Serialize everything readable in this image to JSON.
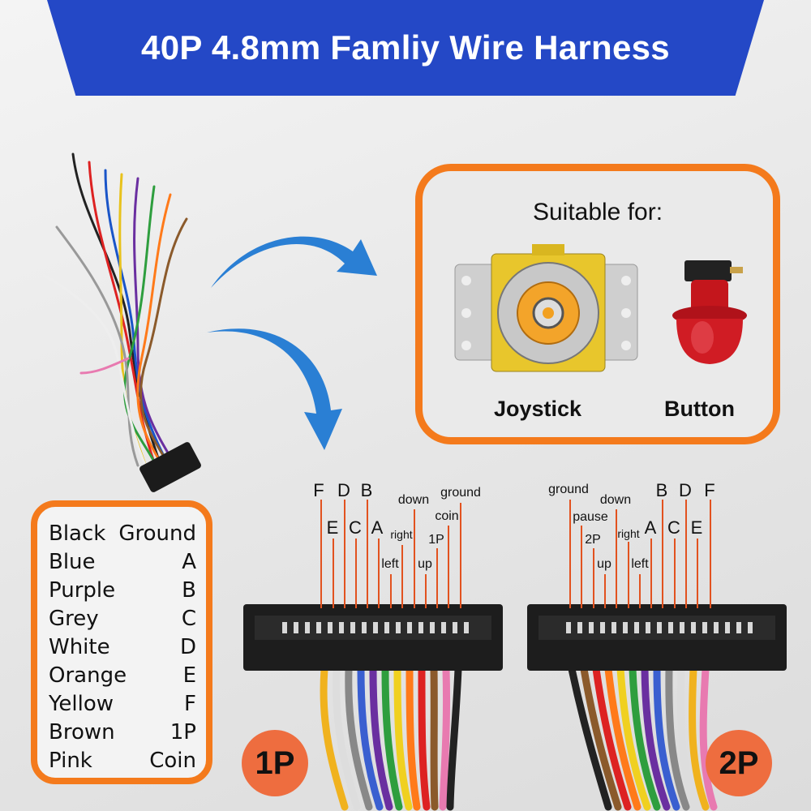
{
  "banner": {
    "title": "40P 4.8mm Famliy Wire Harness"
  },
  "suitable": {
    "title": "Suitable for:",
    "items": [
      {
        "label": "Joystick",
        "icon": "joystick-icon"
      },
      {
        "label": "Button",
        "icon": "arcade-button-icon"
      }
    ]
  },
  "legend": {
    "rows": [
      {
        "color": "Black",
        "signal": "Ground"
      },
      {
        "color": "Blue",
        "signal": "A"
      },
      {
        "color": "Purple",
        "signal": "B"
      },
      {
        "color": "Grey",
        "signal": "C"
      },
      {
        "color": "White",
        "signal": "D"
      },
      {
        "color": "Orange",
        "signal": "E"
      },
      {
        "color": "Yellow",
        "signal": "F"
      },
      {
        "color": "Brown",
        "signal": "1P"
      },
      {
        "color": "Pink",
        "signal": "Coin"
      }
    ]
  },
  "connectors": {
    "p1": {
      "badge": "1P",
      "pins": [
        {
          "text": "F"
        },
        {
          "text": "D"
        },
        {
          "text": "B"
        },
        {
          "text": "E"
        },
        {
          "text": "C"
        },
        {
          "text": "A"
        },
        {
          "text": "right"
        },
        {
          "text": "left"
        },
        {
          "text": "down"
        },
        {
          "text": "up"
        },
        {
          "text": "1P"
        },
        {
          "text": "coin"
        },
        {
          "text": "ground"
        }
      ]
    },
    "p2": {
      "badge": "2P",
      "pins": [
        {
          "text": "ground"
        },
        {
          "text": "pause"
        },
        {
          "text": "2P"
        },
        {
          "text": "up"
        },
        {
          "text": "down"
        },
        {
          "text": "right"
        },
        {
          "text": "left"
        },
        {
          "text": "A"
        },
        {
          "text": "B"
        },
        {
          "text": "C"
        },
        {
          "text": "D"
        },
        {
          "text": "E"
        },
        {
          "text": "F"
        }
      ]
    }
  },
  "colors": {
    "banner": "#2448c6",
    "frame": "#f47a1c",
    "badge": "#ee6d3f",
    "pointer": "#e2521f",
    "arrow": "#2a7fd4"
  }
}
